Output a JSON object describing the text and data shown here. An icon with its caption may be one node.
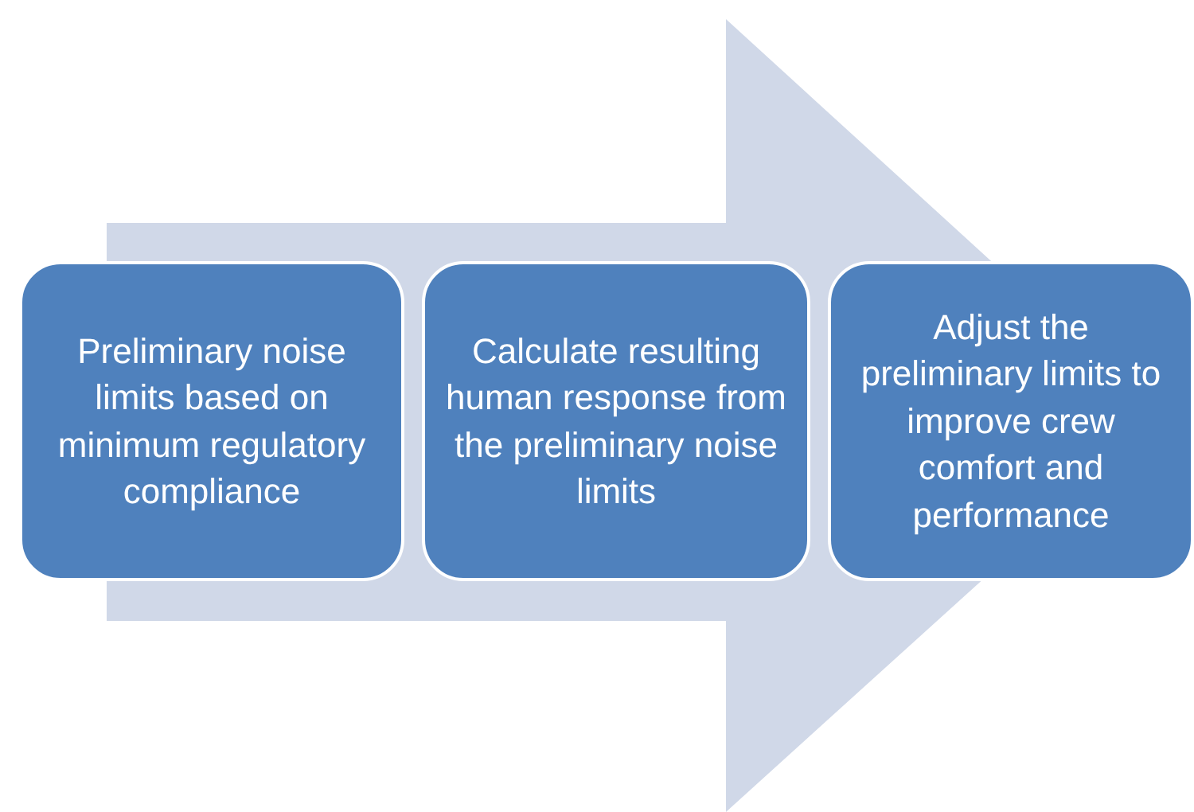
{
  "diagram": {
    "nodes": [
      {
        "text": [
          "Preliminary noise limits based on minimum regulatory compliance"
        ]
      },
      {
        "text": [
          "Calculate resulting human response from the preliminary noise limits"
        ]
      },
      {
        "text": [
          "Adjust the preliminary limits to improve crew comfort and performance"
        ]
      }
    ],
    "edges": [
      {
        "from": 0,
        "to": 2,
        "arrow": "to"
      }
    ]
  }
}
